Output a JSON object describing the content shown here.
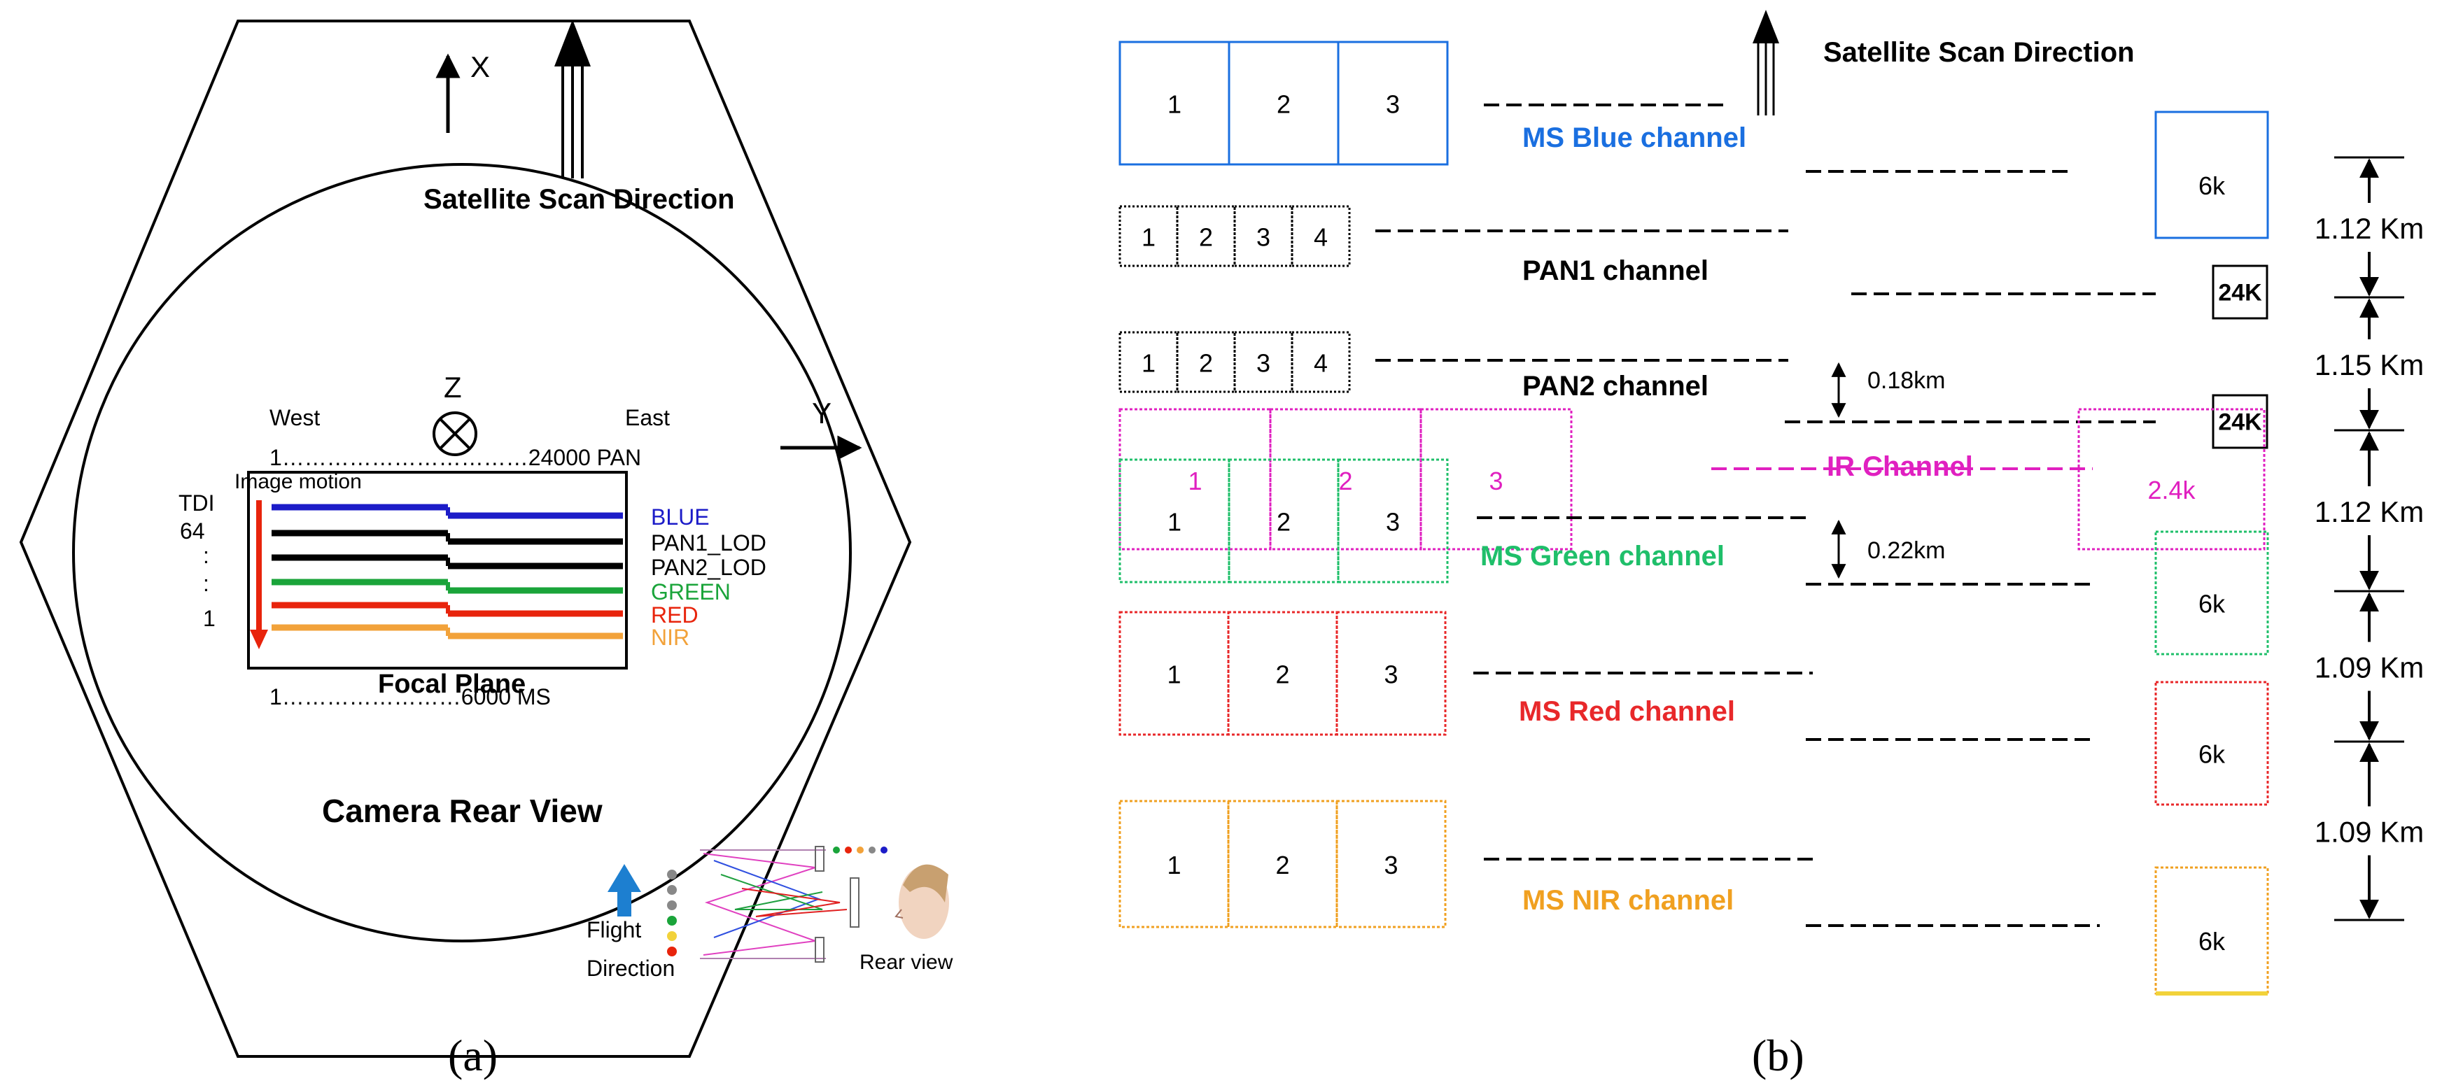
{
  "panel_a": {
    "axis_x": "X",
    "axis_y": "Y",
    "axis_z": "Z",
    "scan_direction": "Satellite Scan Direction",
    "west": "West",
    "east": "East",
    "pan_range": "1……………………………24000 PAN",
    "image_motion": "Image motion",
    "tdi": "TDI",
    "tdi_top": "64",
    "tdi_dots": ":",
    "tdi_bottom": "1",
    "bands": [
      {
        "label": "BLUE",
        "color": "#1c1cc8"
      },
      {
        "label": "PAN1_LOD",
        "color": "#000000"
      },
      {
        "label": "PAN2_LOD",
        "color": "#000000"
      },
      {
        "label": "GREEN",
        "color": "#1aa43a"
      },
      {
        "label": "RED",
        "color": "#e8240c"
      },
      {
        "label": "NIR",
        "color": "#f2a23a"
      }
    ],
    "focal_plane": "Focal Plane",
    "ms_range": "1……………………6000 MS",
    "camera_rear_view": "Camera Rear View",
    "flight": "Flight",
    "direction": "Direction",
    "rear_view": "Rear view",
    "caption": "(a)"
  },
  "panel_b": {
    "scan_direction": "Satellite Scan Direction",
    "rows": [
      {
        "name": "MS Blue channel",
        "color": "#1a6fe0",
        "cells": [
          "1",
          "2",
          "3"
        ],
        "det": "6k"
      },
      {
        "name": "PAN1 channel",
        "color": "#000000",
        "cells": [
          "1",
          "2",
          "3",
          "4"
        ],
        "det": "24K"
      },
      {
        "name": "PAN2 channel",
        "color": "#000000",
        "cells": [
          "1",
          "2",
          "3",
          "4"
        ],
        "det": "24K"
      },
      {
        "name": "IR Channel",
        "color": "#e020c0",
        "cells": [
          "1",
          "2",
          "3"
        ],
        "det": "2.4k"
      },
      {
        "name": "MS Green channel",
        "color": "#1fbf6a",
        "cells": [
          "1",
          "2",
          "3"
        ],
        "det": "6k"
      },
      {
        "name": "MS Red channel",
        "color": "#e8282a",
        "cells": [
          "1",
          "2",
          "3"
        ],
        "det": "6k"
      },
      {
        "name": "MS NIR channel",
        "color": "#f0a020",
        "cells": [
          "1",
          "2",
          "3"
        ],
        "det": "6k"
      }
    ],
    "nir_line": "#f2d23a",
    "gap_pan2_ir": "0.18km",
    "gap_green": "0.22km",
    "distances": [
      "1.12 Km",
      "1.15 Km",
      "1.12 Km",
      "1.09 Km",
      "1.09 Km"
    ],
    "caption": "(b)"
  }
}
